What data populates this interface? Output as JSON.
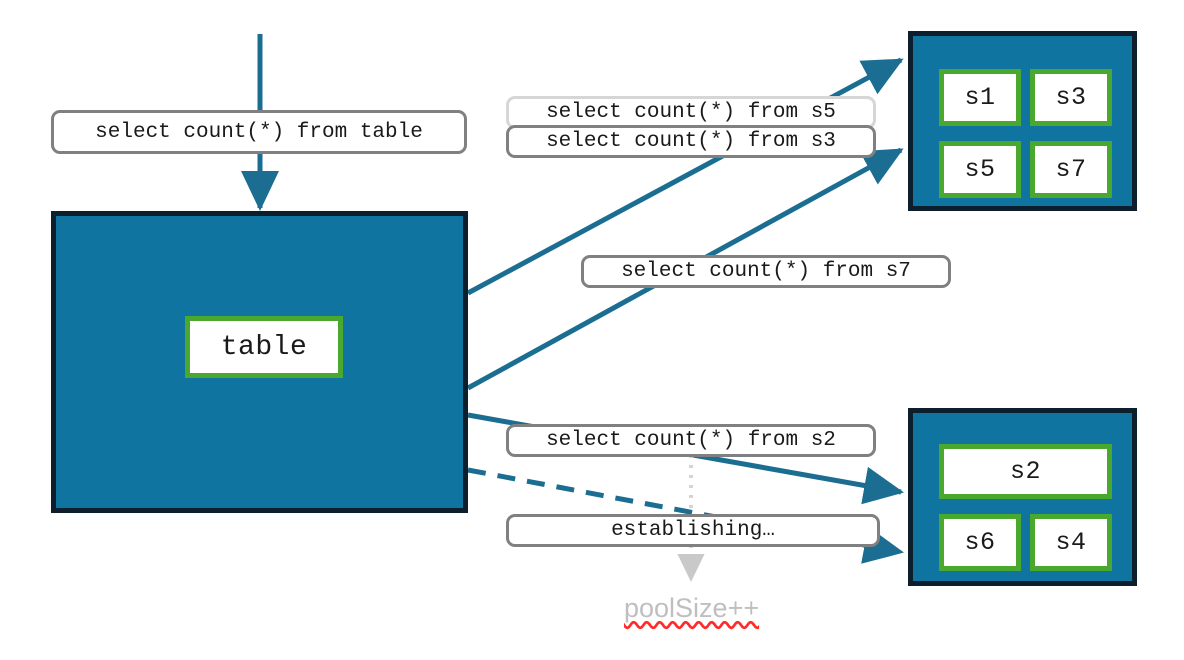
{
  "diagram": {
    "title": "connection-pool-query-routing",
    "colors": {
      "teal_fill": "#0f74a0",
      "teal_border": "#0d1f2d",
      "chip_green": "#4aa82e",
      "edge_blue": "#1b6e91",
      "label_border": "#808080",
      "label_border_faded": "#d6d6d6",
      "ghost_gray": "#bfbfbf",
      "spell_red": "#ff2a2a"
    }
  },
  "source": {
    "entry_query": "select count(*) from table",
    "table_chip": "table"
  },
  "pools": [
    {
      "id": "pool-top",
      "servers": [
        "s1",
        "s3",
        "s5",
        "s7"
      ]
    },
    {
      "id": "pool-bottom",
      "servers": [
        "s2",
        "s6",
        "s4"
      ]
    }
  ],
  "queries": [
    {
      "id": "q-s5",
      "text": "select count(*) from s5",
      "state": "faded"
    },
    {
      "id": "q-s3",
      "text": "select count(*) from s3",
      "state": "normal"
    },
    {
      "id": "q-s7",
      "text": "select count(*) from s7",
      "state": "normal"
    },
    {
      "id": "q-s2",
      "text": "select count(*) from s2",
      "state": "normal"
    }
  ],
  "status": {
    "establishing": "establishing…",
    "pool_size": "poolSize++"
  }
}
